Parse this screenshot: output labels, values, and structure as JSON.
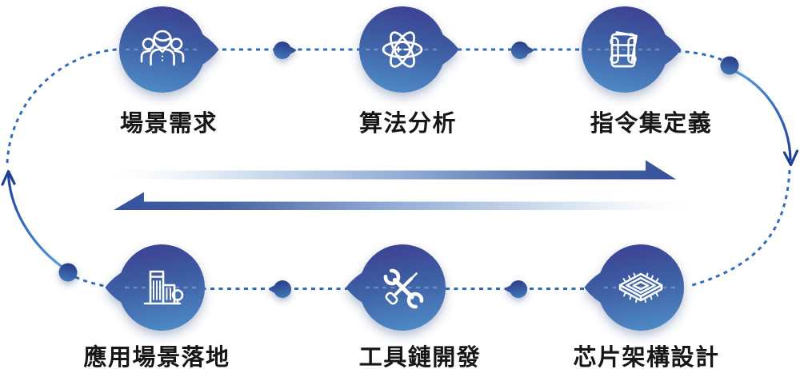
{
  "diagram": {
    "type": "circular-process-flow",
    "top_row": [
      {
        "label": "場景需求",
        "icon": "team-icon"
      },
      {
        "label": "算法分析",
        "icon": "atom-icon"
      },
      {
        "label": "指令集定義",
        "icon": "command-cards-icon"
      }
    ],
    "bottom_row": [
      {
        "label": "應用場景落地",
        "icon": "buildings-icon"
      },
      {
        "label": "工具鏈開發",
        "icon": "tools-icon"
      },
      {
        "label": "芯片架構設計",
        "icon": "chip-icon"
      }
    ],
    "colors": {
      "node_gradient_top": "#3b3e90",
      "node_gradient_bottom": "#4f8cc8",
      "dot_gradient_top": "#2b3a86",
      "dot_gradient_bottom": "#3f77b8",
      "dash_blue": "#2f6db6",
      "curve_dark": "#1d3f97",
      "curve_light": "#56a0e0",
      "arrow_dark": "#35519e",
      "arrow_light": "#e8f1f9",
      "icon_stroke": "#ffffff",
      "text": "#161616",
      "background": "#ffffff"
    }
  }
}
